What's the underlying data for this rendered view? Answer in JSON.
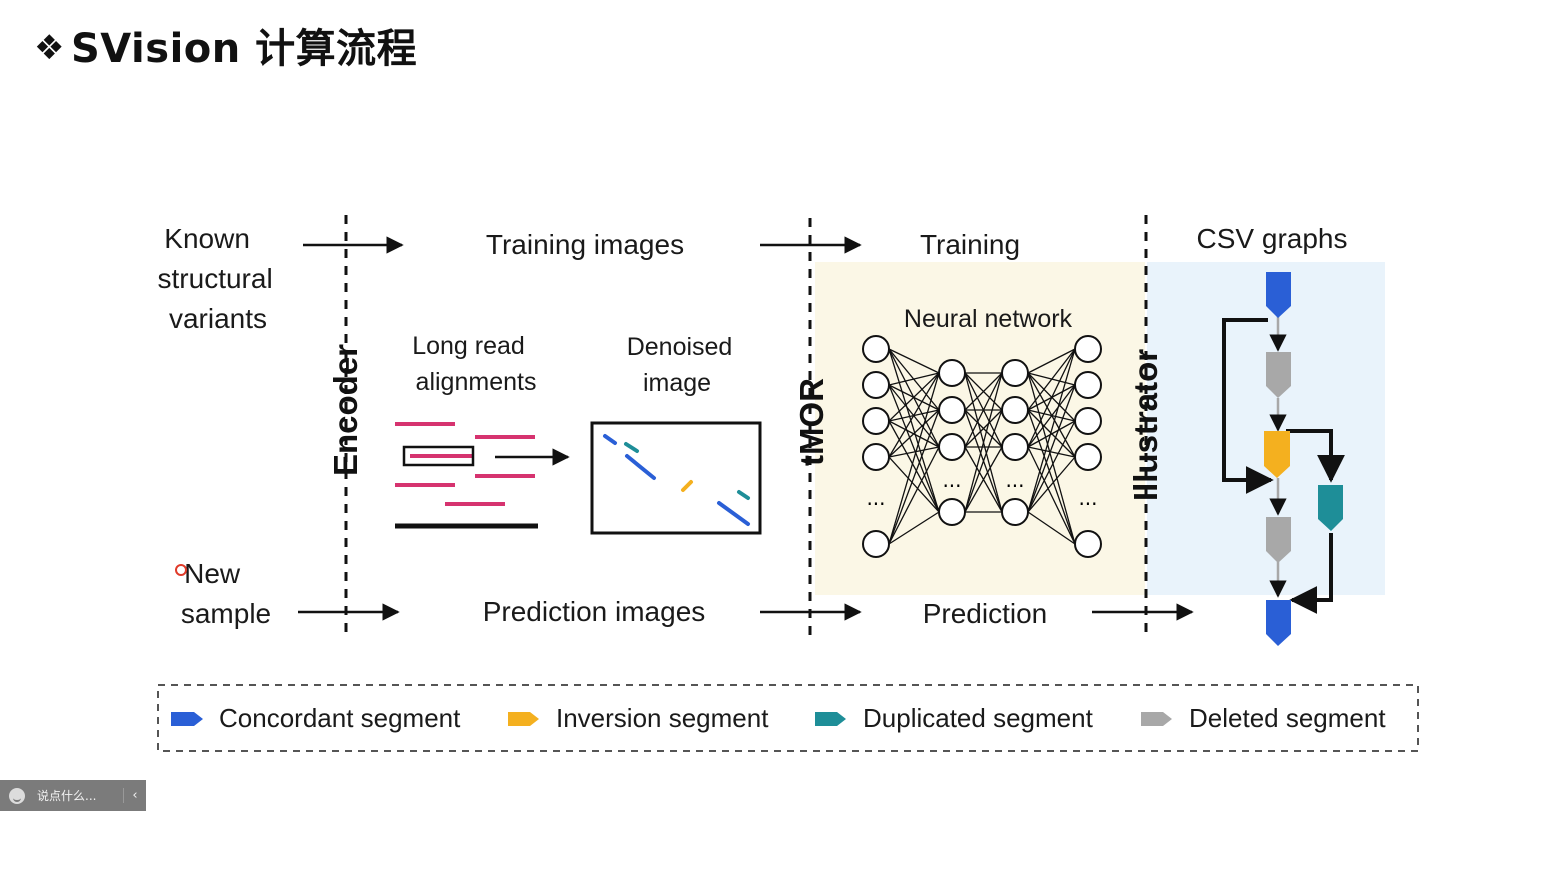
{
  "title": {
    "bullet": "❖",
    "text": "SVision 计算流程"
  },
  "diagram": {
    "inputs": {
      "known": [
        "Known",
        "structural",
        "variants"
      ],
      "new": [
        "New",
        "sample"
      ]
    },
    "stages": {
      "encoder": "Encoder",
      "tmor": "tMOR",
      "illustrator": "Illustrator"
    },
    "flow": {
      "training_images": "Training images",
      "prediction_images": "Prediction images",
      "training": "Training",
      "prediction": "Prediction",
      "csv_graphs": "CSV graphs"
    },
    "encoder_panel": {
      "long_read": [
        "Long read",
        "alignments"
      ],
      "denoised": [
        "Denoised",
        "image"
      ]
    },
    "network": {
      "title": "Neural network",
      "ellipsis": "..."
    },
    "colors": {
      "concordant": "#2a5fd6",
      "inversion": "#f4b01f",
      "duplicated": "#1e8e98",
      "deleted": "#a8a8a8",
      "reads": "#d6336f",
      "training_bg": "#fbf7e6",
      "csv_bg": "#e9f3fb"
    }
  },
  "legend": [
    {
      "label": "Concordant segment",
      "color": "#2a5fd6"
    },
    {
      "label": "Inversion segment",
      "color": "#f4b01f"
    },
    {
      "label": "Duplicated segment",
      "color": "#1e8e98"
    },
    {
      "label": "Deleted segment",
      "color": "#a8a8a8"
    }
  ],
  "chat_box": {
    "placeholder": "说点什么..."
  }
}
